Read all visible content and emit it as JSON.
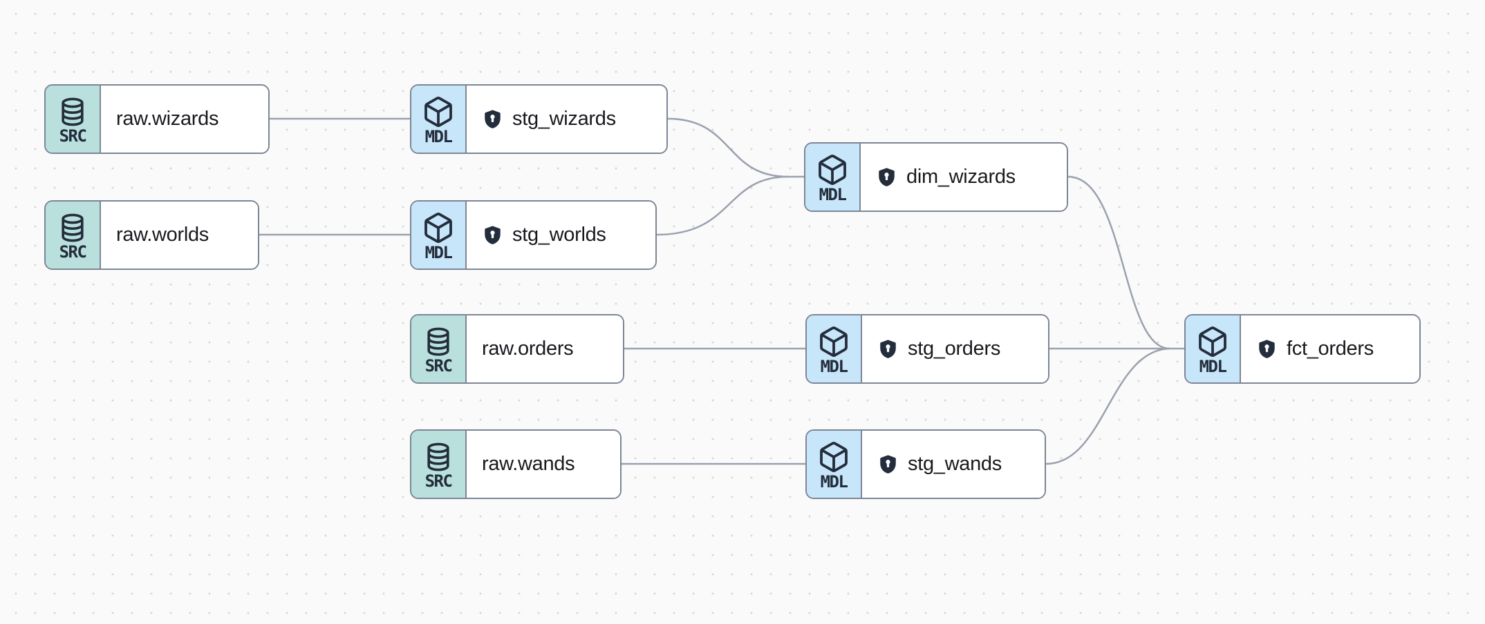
{
  "app": {
    "view": "data-lineage-graph"
  },
  "colors": {
    "canvas-bg": "#fafafa",
    "dot": "#d8d8d8",
    "node-bg": "#ffffff",
    "node-border": "#7c8595",
    "edge": "#9aa1ad",
    "src-badge-bg": "#b9e0dc",
    "mdl-badge-bg": "#c8e6fa",
    "ink": "#232d3c",
    "label": "#17191d"
  },
  "badge_types": {
    "source": "SRC",
    "model": "MDL"
  },
  "nodes": [
    {
      "id": "raw_wizards",
      "type": "source",
      "badge": "SRC",
      "icon": "database-icon",
      "label": "raw.wizards",
      "has_shield": false
    },
    {
      "id": "stg_wizards",
      "type": "model",
      "badge": "MDL",
      "icon": "cube-icon",
      "label": "stg_wizards",
      "has_shield": true
    },
    {
      "id": "raw_worlds",
      "type": "source",
      "badge": "SRC",
      "icon": "database-icon",
      "label": "raw.worlds",
      "has_shield": false
    },
    {
      "id": "stg_worlds",
      "type": "model",
      "badge": "MDL",
      "icon": "cube-icon",
      "label": "stg_worlds",
      "has_shield": true
    },
    {
      "id": "dim_wizards",
      "type": "model",
      "badge": "MDL",
      "icon": "cube-icon",
      "label": "dim_wizards",
      "has_shield": true
    },
    {
      "id": "raw_orders",
      "type": "source",
      "badge": "SRC",
      "icon": "database-icon",
      "label": "raw.orders",
      "has_shield": false
    },
    {
      "id": "stg_orders",
      "type": "model",
      "badge": "MDL",
      "icon": "cube-icon",
      "label": "stg_orders",
      "has_shield": true
    },
    {
      "id": "raw_wands",
      "type": "source",
      "badge": "SRC",
      "icon": "database-icon",
      "label": "raw.wands",
      "has_shield": false
    },
    {
      "id": "stg_wands",
      "type": "model",
      "badge": "MDL",
      "icon": "cube-icon",
      "label": "stg_wands",
      "has_shield": true
    },
    {
      "id": "fct_orders",
      "type": "model",
      "badge": "MDL",
      "icon": "cube-icon",
      "label": "fct_orders",
      "has_shield": true
    }
  ],
  "edges": [
    {
      "from": "raw.wizards",
      "to": "stg_wizards"
    },
    {
      "from": "raw.worlds",
      "to": "stg_worlds"
    },
    {
      "from": "stg_wizards",
      "to": "dim_wizards"
    },
    {
      "from": "stg_worlds",
      "to": "dim_wizards"
    },
    {
      "from": "raw.orders",
      "to": "stg_orders"
    },
    {
      "from": "raw.wands",
      "to": "stg_wands"
    },
    {
      "from": "dim_wizards",
      "to": "fct_orders"
    },
    {
      "from": "stg_orders",
      "to": "fct_orders"
    },
    {
      "from": "stg_wands",
      "to": "fct_orders"
    }
  ]
}
